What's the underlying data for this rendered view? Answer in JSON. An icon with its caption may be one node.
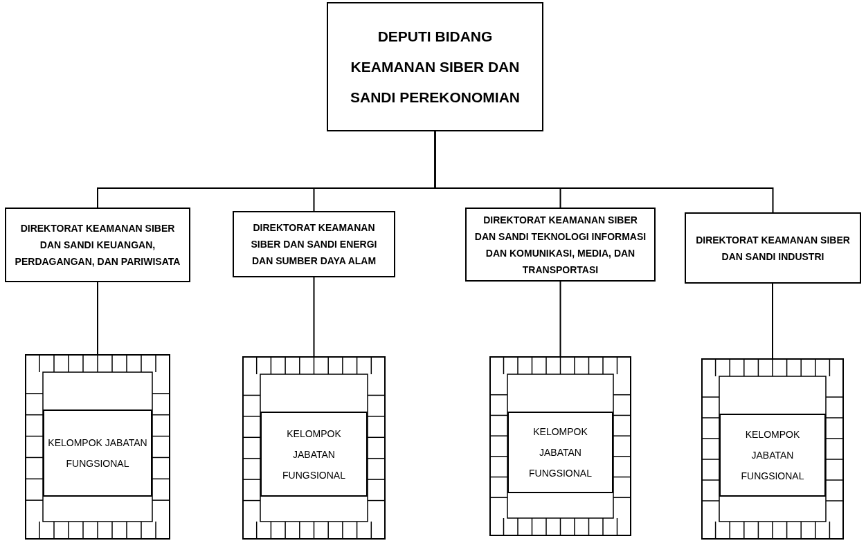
{
  "diagram": {
    "nodes": [
      {
        "text": [
          "DEPUTI BIDANG KEAMANAN SIBER DAN SANDI PEREKONOMIAN"
        ]
      },
      {
        "text": [
          "DIREKTORAT KEAMANAN SIBER DAN SANDI KEUANGAN, PERDAGANGAN, DAN PARIWISATA"
        ]
      },
      {
        "text": [
          "DIREKTORAT KEAMANAN SIBER DAN SANDI ENERGI DAN SUMBER DAYA ALAM"
        ]
      },
      {
        "text": [
          "DIREKTORAT KEAMANAN SIBER DAN SANDI TEKNOLOGI INFORMASI DAN KOMUNIKASI, MEDIA, DAN TRANSPORTASI"
        ]
      },
      {
        "text": [
          "DIREKTORAT KEAMANAN SIBER DAN SANDI INDUSTRI"
        ]
      },
      {
        "text": [
          "KELOMPOK JABATAN FUNGSIONAL"
        ]
      },
      {
        "text": [
          "KELOMPOK JABATAN FUNGSIONAL"
        ]
      },
      {
        "text": [
          "KELOMPOK JABATAN FUNGSIONAL"
        ]
      },
      {
        "text": [
          "KELOMPOK JABATAN FUNGSIONAL"
        ]
      }
    ],
    "edges": [
      {
        "from": 0,
        "to": 1,
        "arrow": "none"
      },
      {
        "from": 0,
        "to": 2,
        "arrow": "none"
      },
      {
        "from": 0,
        "to": 3,
        "arrow": "none"
      },
      {
        "from": 0,
        "to": 4,
        "arrow": "none"
      },
      {
        "from": 1,
        "to": 5,
        "arrow": "none"
      },
      {
        "from": 2,
        "to": 6,
        "arrow": "none"
      },
      {
        "from": 3,
        "to": 7,
        "arrow": "none"
      },
      {
        "from": 4,
        "to": 8,
        "arrow": "none"
      }
    ]
  }
}
